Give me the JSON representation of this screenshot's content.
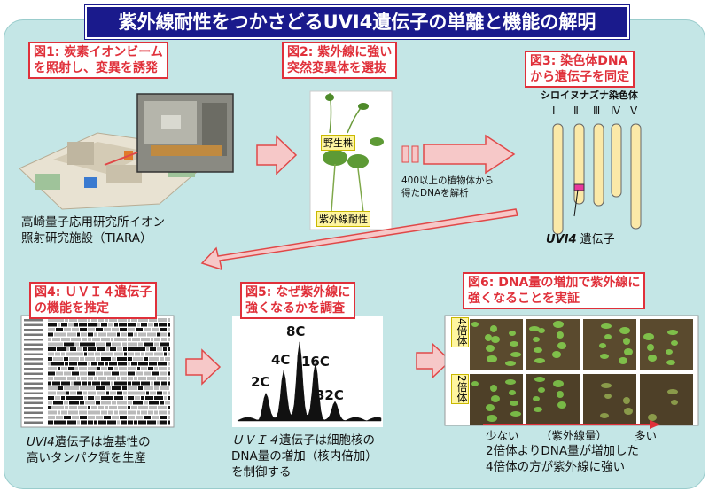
{
  "title": "紫外線耐性をつかさどるUVI4遺伝子の単離と機能の解明",
  "steps": [
    {
      "label_l1": "図1: 炭素イオンビーム",
      "label_l2": "を照射し、変異を誘発",
      "caption_l1": "高崎量子応用研究所イオン",
      "caption_l2": "照射研究施設（TIARA）"
    },
    {
      "label_l1": "図2: 紫外線に強い",
      "label_l2": "突然変異体を選抜",
      "tag_wild": "野生株",
      "tag_mutant": "紫外線耐性",
      "note_l1": "400以上の植物体から",
      "note_l2": "得たDNAを解析"
    },
    {
      "label_l1": "図3: 染色体DNA",
      "label_l2": "から遺伝子を同定",
      "chrom_title": "シロイヌナズナ染色体",
      "chrom_names": [
        "Ⅰ",
        "Ⅱ",
        "Ⅲ",
        "Ⅳ",
        "Ⅴ"
      ],
      "gene_italic": "UVI4",
      "gene_suffix": " 遺伝子"
    },
    {
      "label_l1": "図4: ＵＶＩ４遺伝子",
      "label_l2": "の機能を推定",
      "caption_italic": "UVI4",
      "caption_l1_rest": "遺伝子は塩基性の",
      "caption_l2": "高いタンパク質を生産"
    },
    {
      "label_l1": "図5: なぜ紫外線に",
      "label_l2": "強くなるかを調査",
      "peaks": [
        "2C",
        "4C",
        "8C",
        "16C",
        "32C"
      ],
      "caption_italic": "ＵＶＩ４",
      "caption_l1_rest": "遺伝子は細胞核の",
      "caption_l2": "DNA量の増加（核内倍加）",
      "caption_l3": "を制御する"
    },
    {
      "label_l1": "図6: DNA量の増加で紫外線に",
      "label_l2": "強くなることを実証",
      "row_tetraploid": "4倍体",
      "row_diploid": "2倍体",
      "axis_low": "少ない",
      "axis_mid": "（紫外線量）",
      "axis_high": "多い",
      "concl_l1": "2倍体よりDNA量が増加した",
      "concl_l2": "4倍体の方が紫外線に強い"
    }
  ],
  "colors": {
    "arrow_fill": "#f6c8c8",
    "arrow_stroke": "#e04848",
    "label_red": "#e0303a",
    "title_bg": "#1a1a8c",
    "chromosome": "#fbe9a8",
    "gene_mark": "#e8389c"
  }
}
